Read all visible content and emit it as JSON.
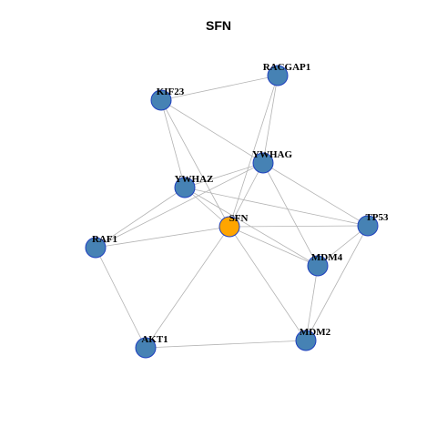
{
  "title": "SFN",
  "colors": {
    "node_fill": "#4682b4",
    "center_fill": "#ffa500",
    "node_border": "#1e3fbf",
    "edge": "#b3b3b3"
  },
  "nodes": [
    {
      "id": "RACGAP1",
      "label": "RACGAP1",
      "center": false
    },
    {
      "id": "KIF23",
      "label": "KIF23",
      "center": false
    },
    {
      "id": "YWHAG",
      "label": "YWHAG",
      "center": false
    },
    {
      "id": "YWHAZ",
      "label": "YWHAZ",
      "center": false
    },
    {
      "id": "SFN",
      "label": "SFN",
      "center": true
    },
    {
      "id": "TP53",
      "label": "TP53",
      "center": false
    },
    {
      "id": "RAF1",
      "label": "RAF1",
      "center": false
    },
    {
      "id": "MDM4",
      "label": "MDM4",
      "center": false
    },
    {
      "id": "MDM2",
      "label": "MDM2",
      "center": false
    },
    {
      "id": "AKT1",
      "label": "AKT1",
      "center": false
    }
  ],
  "edges": [
    [
      "KIF23",
      "RACGAP1"
    ],
    [
      "KIF23",
      "YWHAG"
    ],
    [
      "KIF23",
      "YWHAZ"
    ],
    [
      "KIF23",
      "SFN"
    ],
    [
      "RACGAP1",
      "YWHAG"
    ],
    [
      "RACGAP1",
      "SFN"
    ],
    [
      "YWHAG",
      "YWHAZ"
    ],
    [
      "YWHAG",
      "SFN"
    ],
    [
      "YWHAG",
      "TP53"
    ],
    [
      "YWHAG",
      "RAF1"
    ],
    [
      "YWHAG",
      "MDM4"
    ],
    [
      "YWHAZ",
      "SFN"
    ],
    [
      "YWHAZ",
      "TP53"
    ],
    [
      "YWHAZ",
      "RAF1"
    ],
    [
      "YWHAZ",
      "MDM4"
    ],
    [
      "SFN",
      "TP53"
    ],
    [
      "SFN",
      "MDM4"
    ],
    [
      "SFN",
      "MDM2"
    ],
    [
      "SFN",
      "RAF1"
    ],
    [
      "SFN",
      "AKT1"
    ],
    [
      "TP53",
      "MDM4"
    ],
    [
      "TP53",
      "MDM2"
    ],
    [
      "MDM4",
      "MDM2"
    ],
    [
      "RAF1",
      "AKT1"
    ],
    [
      "AKT1",
      "MDM2"
    ]
  ]
}
